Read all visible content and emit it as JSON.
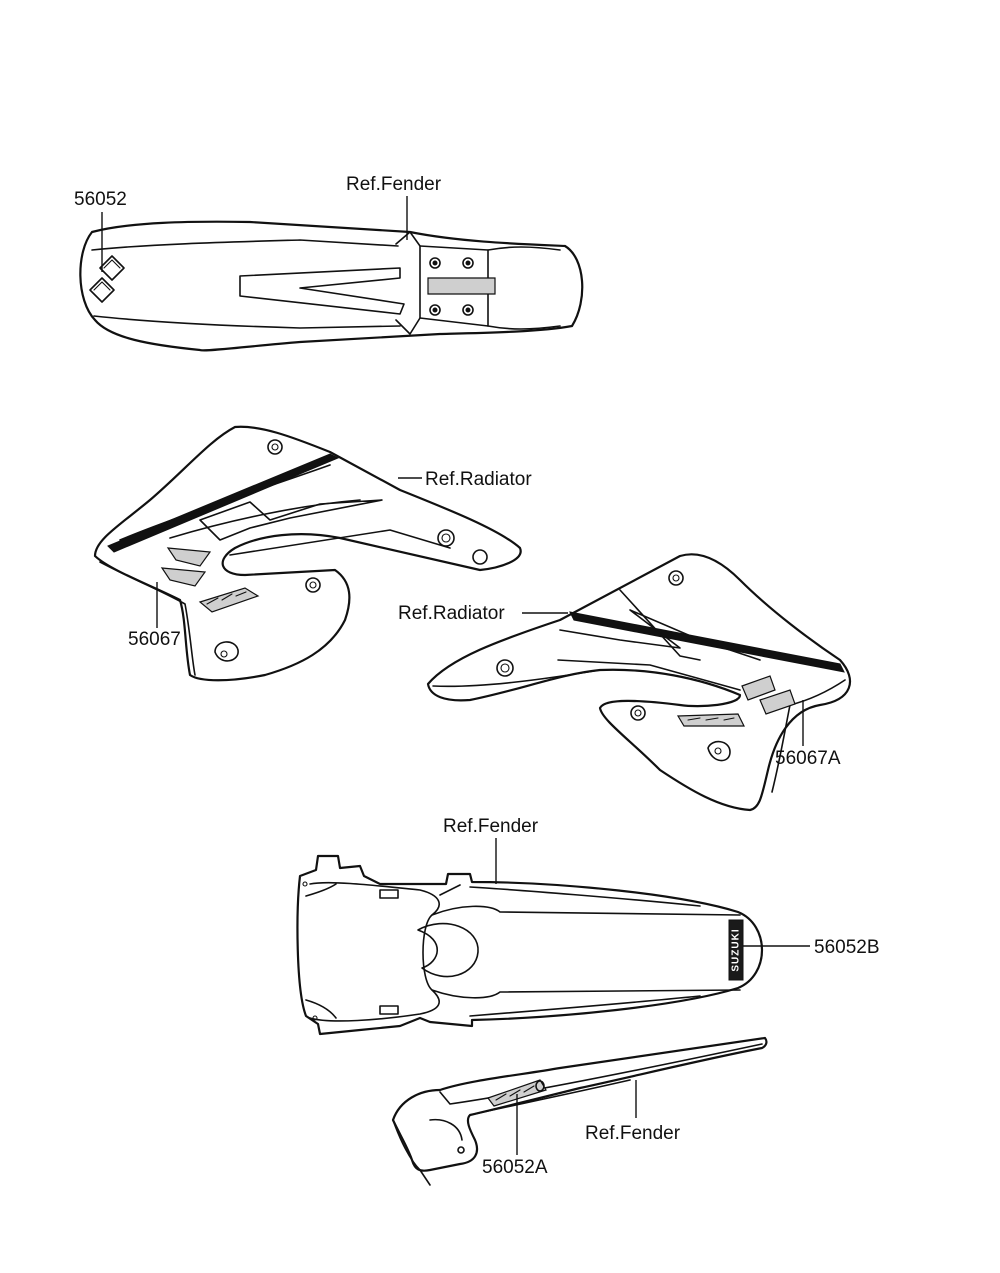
{
  "title": "",
  "labels": {
    "front_fender_part": "56052",
    "front_fender_ref": "Ref.Fender",
    "left_radiator_ref": "Ref.Radiator",
    "left_radiator_part": "56067",
    "right_radiator_ref": "Ref.Radiator",
    "right_radiator_part": "56067A",
    "rear_fender_ref": "Ref.Fender",
    "rear_fender_part": "56052B",
    "side_fender_ref": "Ref.Fender",
    "side_fender_part": "56052A"
  },
  "decal_text": {
    "rear_fender_logo": "SUZUKI"
  },
  "colors": {
    "line": "#111111",
    "background": "#ffffff"
  }
}
